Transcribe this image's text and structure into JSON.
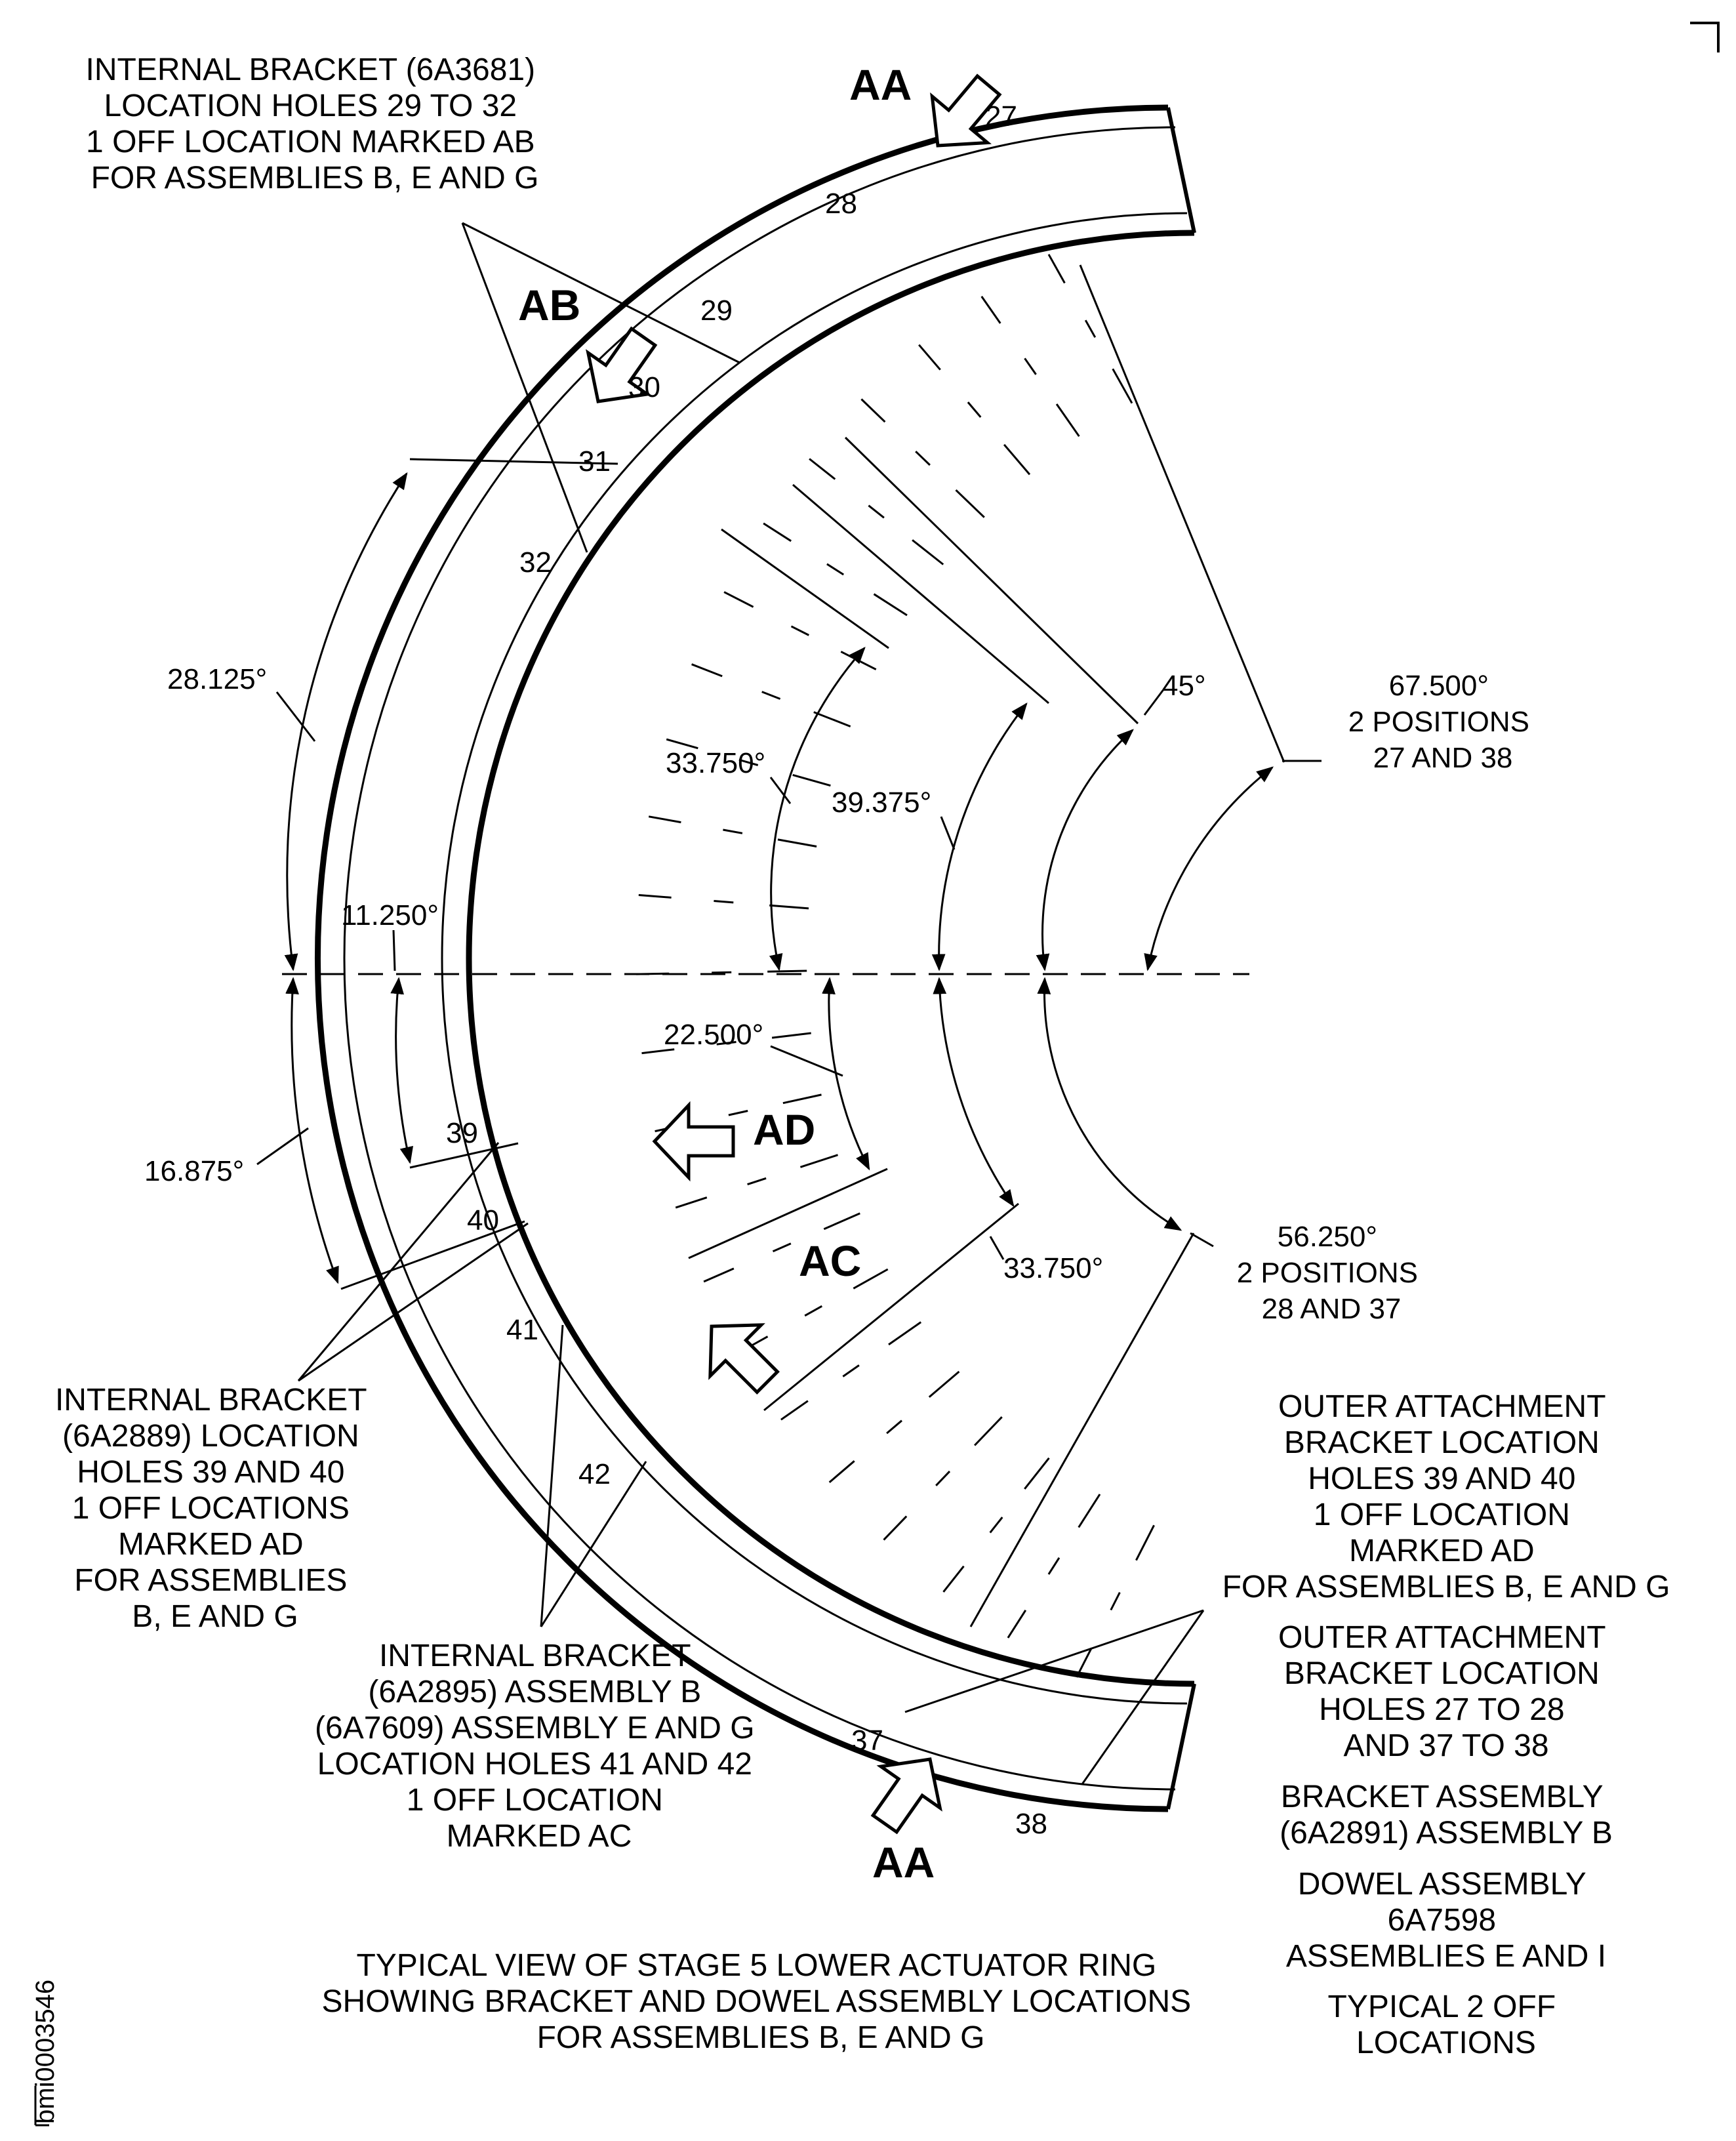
{
  "view_labels": {
    "aa_top": "AA",
    "aa_bottom": "AA",
    "ab": "AB",
    "ac": "AC",
    "ad": "AD"
  },
  "holes": {
    "h27": "27",
    "h28": "28",
    "h29": "29",
    "h30": "30",
    "h31": "31",
    "h32": "32",
    "h37": "37",
    "h38": "38",
    "h39": "39",
    "h40": "40",
    "h41": "41",
    "h42": "42"
  },
  "angles": {
    "a28_125": "28.125°",
    "a11_250": "11.250°",
    "a16_875": "16.875°",
    "a33_750_top": "33.750°",
    "a39_375": "39.375°",
    "a45": "45°",
    "a67_500": [
      "67.500°",
      "2 POSITIONS",
      "27 AND 38"
    ],
    "a22_500": "22.500°",
    "a33_750_bottom": "33.750°",
    "a56_250": [
      "56.250°",
      "2 POSITIONS",
      "28 AND 37"
    ]
  },
  "notes": {
    "internal_6a3681": [
      "INTERNAL BRACKET (6A3681)",
      "LOCATION HOLES 29 TO 32",
      "1 OFF LOCATION MARKED AB",
      "FOR ASSEMBLIES B, E AND G"
    ],
    "internal_6a2889": [
      "INTERNAL BRACKET",
      "(6A2889) LOCATION",
      "HOLES 39 AND 40",
      "1 OFF LOCATIONS",
      "MARKED AD",
      "FOR ASSEMBLIES",
      "B, E AND G"
    ],
    "internal_6a2895": [
      "INTERNAL BRACKET",
      "(6A2895) ASSEMBLY B",
      "(6A7609) ASSEMBLY E AND G",
      "LOCATION HOLES 41 AND 42",
      "1 OFF LOCATION",
      "MARKED AC"
    ],
    "outer_39_40": [
      "OUTER ATTACHMENT",
      "BRACKET LOCATION",
      "HOLES 39 AND 40",
      "1 OFF LOCATION",
      "MARKED AD",
      "FOR ASSEMBLIES B, E AND G"
    ],
    "outer_27_28": [
      "OUTER ATTACHMENT",
      "BRACKET LOCATION",
      "HOLES 27 TO 28",
      "AND 37 TO 38"
    ],
    "bracket_6a2891": [
      "BRACKET ASSEMBLY",
      "(6A2891) ASSEMBLY B"
    ],
    "dowel": [
      "DOWEL ASSEMBLY",
      "6A7598",
      "ASSEMBLIES E AND I"
    ],
    "typical": [
      "TYPICAL 2 OFF",
      "LOCATIONS"
    ]
  },
  "caption": [
    "TYPICAL VIEW OF STAGE 5 LOWER ACTUATOR RING",
    "SHOWING BRACKET AND DOWEL ASSEMBLY LOCATIONS",
    "FOR ASSEMBLIES B, E AND G"
  ],
  "drawing_id": "bmi0003546"
}
